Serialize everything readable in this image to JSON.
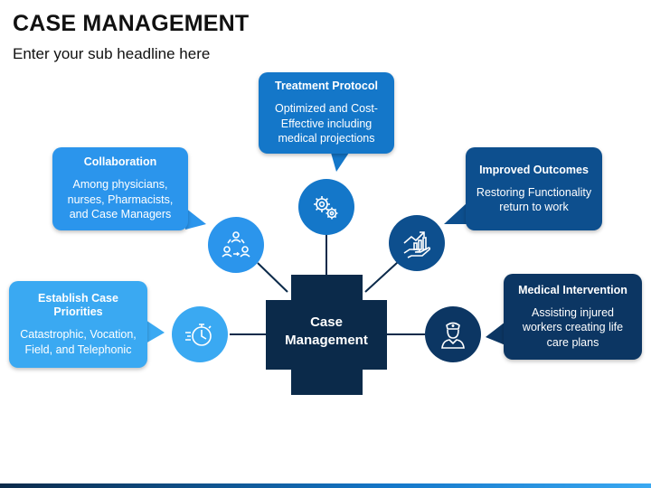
{
  "header": {
    "title": "CASE MANAGEMENT",
    "subtitle": "Enter your sub headline here"
  },
  "center": {
    "line1": "Case",
    "line2": "Management",
    "color": "#0b2a4a"
  },
  "nodes": [
    {
      "title": "Treatment Protocol",
      "desc": "Optimized and Cost-Effective including medical projections",
      "color": "#1477c9",
      "icon": "gears-icon"
    },
    {
      "title": "Collaboration",
      "desc": "Among physicians, nurses, Pharmacists, and Case Managers",
      "color": "#2b95ec",
      "icon": "team-cycle-icon"
    },
    {
      "title": "Improved Outcomes",
      "desc": "Restoring Functionality return to work",
      "color": "#0d4f8e",
      "icon": "growth-hand-icon"
    },
    {
      "title": "Establish Case Priorities",
      "desc": "Catastrophic, Vocation, Field, and Telephonic",
      "color": "#3aa9f2",
      "icon": "stopwatch-icon"
    },
    {
      "title": "Medical Intervention",
      "desc": "Assisting injured workers creating life care plans",
      "color": "#0c3663",
      "icon": "nurse-icon"
    }
  ],
  "colors": {
    "connector": "#0b2a4a",
    "footer": [
      "#0b2a4a",
      "#1477c9",
      "#3aa9f2"
    ]
  }
}
